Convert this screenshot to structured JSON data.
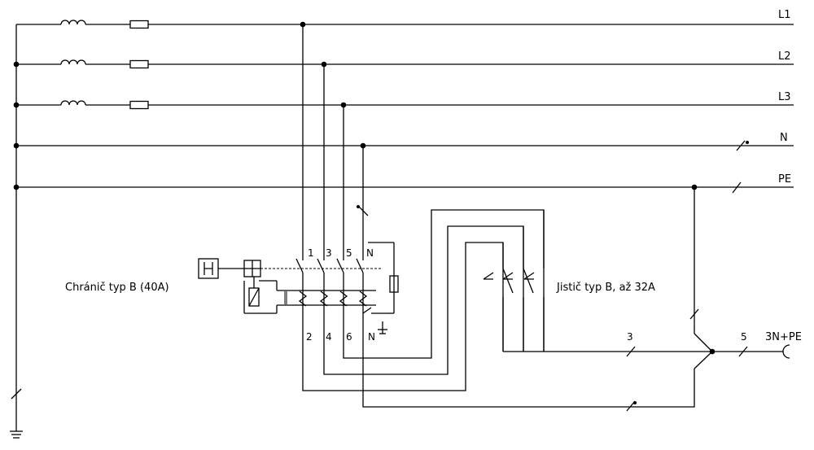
{
  "lines": {
    "l1": "L1",
    "l2": "L2",
    "l3": "L3",
    "n": "N",
    "pe": "PE"
  },
  "rcd": {
    "label": "Chránič typ B (40A)",
    "top_terminals": [
      "1",
      "3",
      "5",
      "N"
    ],
    "bottom_terminals": [
      "2",
      "4",
      "6",
      "N"
    ]
  },
  "breaker": {
    "label": "Jistič typ B, až 32A"
  },
  "output": {
    "count_3": "3",
    "count_5": "5",
    "socket": "3N+PE"
  }
}
